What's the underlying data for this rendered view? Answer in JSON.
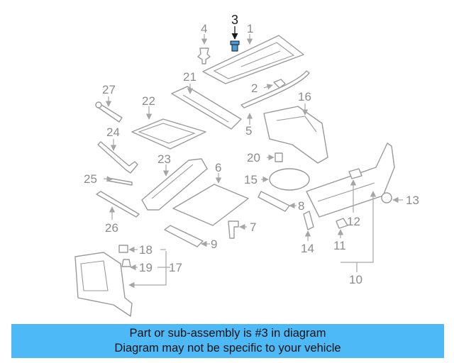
{
  "callouts": [
    {
      "id": "1",
      "label": "1"
    },
    {
      "id": "2",
      "label": "2"
    },
    {
      "id": "3",
      "label": "3"
    },
    {
      "id": "4",
      "label": "4"
    },
    {
      "id": "5",
      "label": "5"
    },
    {
      "id": "6",
      "label": "6"
    },
    {
      "id": "7",
      "label": "7"
    },
    {
      "id": "8",
      "label": "8"
    },
    {
      "id": "9",
      "label": "9"
    },
    {
      "id": "10",
      "label": "10"
    },
    {
      "id": "11",
      "label": "11"
    },
    {
      "id": "12",
      "label": "12"
    },
    {
      "id": "13",
      "label": "13"
    },
    {
      "id": "14",
      "label": "14"
    },
    {
      "id": "15",
      "label": "15"
    },
    {
      "id": "16",
      "label": "16"
    },
    {
      "id": "17",
      "label": "17"
    },
    {
      "id": "18",
      "label": "18"
    },
    {
      "id": "19",
      "label": "19"
    },
    {
      "id": "20",
      "label": "20"
    },
    {
      "id": "21",
      "label": "21"
    },
    {
      "id": "22",
      "label": "22"
    },
    {
      "id": "23",
      "label": "23"
    },
    {
      "id": "24",
      "label": "24"
    },
    {
      "id": "25",
      "label": "25"
    },
    {
      "id": "26",
      "label": "26"
    },
    {
      "id": "27",
      "label": "27"
    }
  ],
  "highlight": {
    "part": "3",
    "color": "#4a9ad6"
  },
  "banner": {
    "line1": "Part or sub-assembly is #3 in diagram",
    "line2": "Diagram may not be specific to your vehicle",
    "color": "#4dbaf7"
  }
}
